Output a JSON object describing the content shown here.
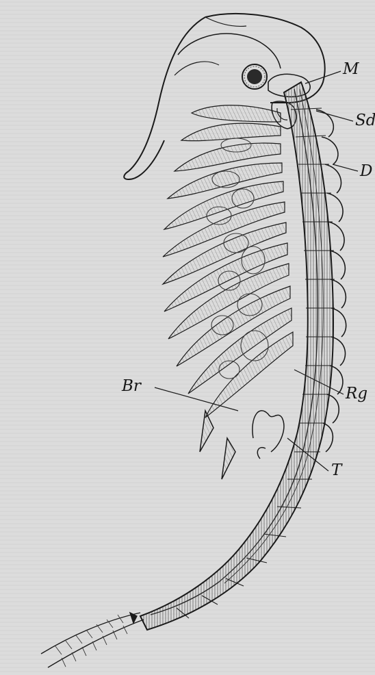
{
  "figure": {
    "labels": {
      "m": "M",
      "sd": "Sd",
      "d": "D",
      "rg": "Rg",
      "br": "Br",
      "t": "T"
    },
    "colors": {
      "paper": "#dcdcdc",
      "ink": "#1a1a1a",
      "shade": "#8a8a8a",
      "eye": "#2a2a2a"
    }
  }
}
